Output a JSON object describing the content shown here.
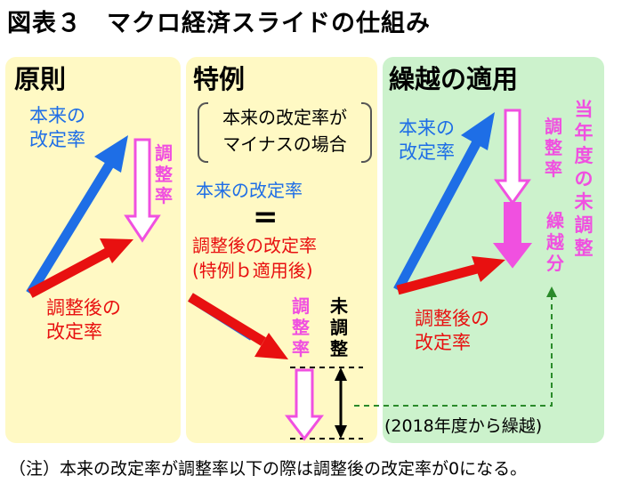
{
  "title": "図表３　マクロ経済スライドの仕組み",
  "panels": {
    "principle": {
      "heading": "原則",
      "original_rate": [
        "本来の",
        "改定率"
      ],
      "adjustment": "調整率",
      "adjusted_rate": [
        "調整後の",
        "改定率"
      ]
    },
    "exception": {
      "heading": "特例",
      "condition": [
        "本来の改定率が",
        "マイナスの場合"
      ],
      "original_rate": "本来の改定率",
      "equals": "=",
      "adjusted_rate": [
        "調整後の改定率",
        "(特例ｂ適用後)"
      ],
      "adjustment": "調整率",
      "unadjusted": "未調整"
    },
    "carryover": {
      "heading": "繰越の適用",
      "original_rate": [
        "本来の",
        "改定率"
      ],
      "adjustment": "調整率",
      "carryover_amount": "繰越分",
      "current_year_unadjusted": "当年度の未調整",
      "adjusted_rate": [
        "調整後の",
        "改定率"
      ],
      "carryover_note": "(2018年度から繰越)"
    }
  },
  "note": "（注）本来の改定率が調整率以下の際は調整後の改定率が0になる。",
  "colors": {
    "panel_yellow": "#fff9c4",
    "panel_green": "#ccf2cc",
    "blue_arrow": "#1e6ee6",
    "red_arrow": "#e81010",
    "pink": "#f050e0",
    "dashed_green": "#2a8a2a"
  }
}
